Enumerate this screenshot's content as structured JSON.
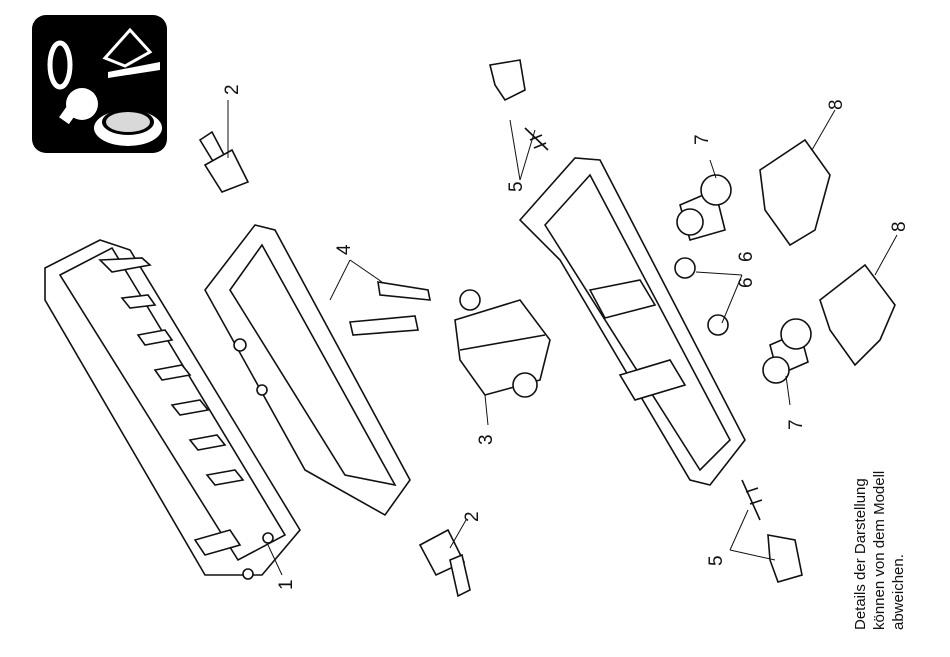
{
  "labels": {
    "part_1": "1",
    "part_2_top": "2",
    "part_2_bottom": "2",
    "part_3": "3",
    "part_4": "4",
    "part_5_top": "5",
    "part_5_bottom": "5",
    "part_6_top": "6",
    "part_6_bottom": "6",
    "part_7_top": "7",
    "part_7_bottom": "7",
    "part_8_top": "8",
    "part_8_bottom": "8"
  },
  "note": "Details der Darstellung\nkönnen von dem Modell\nabweichen.",
  "icon": {
    "name": "maintenance-icon",
    "bg": "#000000",
    "fg": "#ffffff"
  }
}
